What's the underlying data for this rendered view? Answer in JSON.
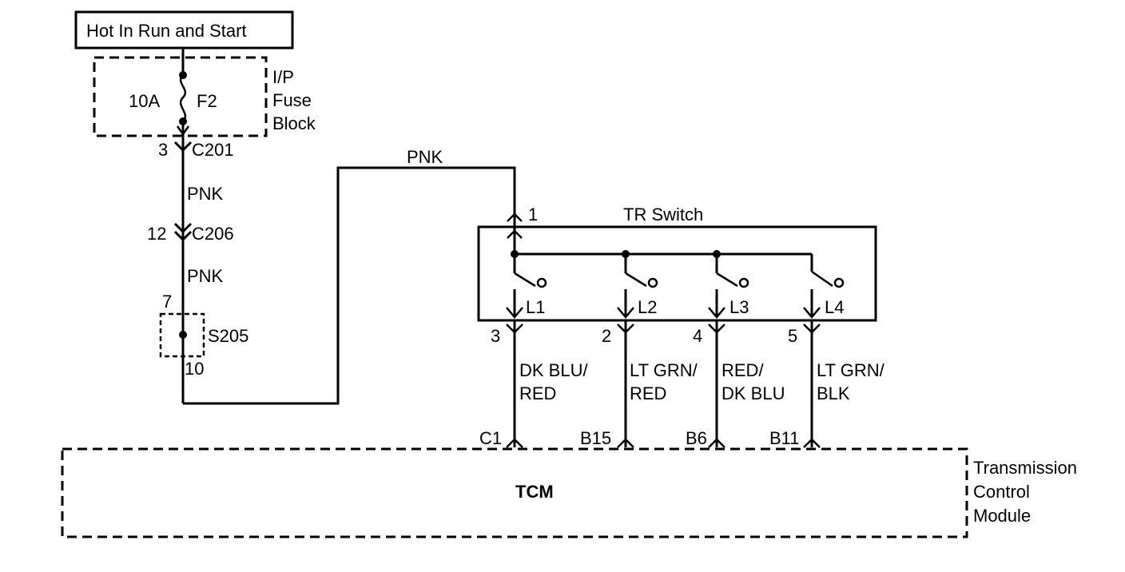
{
  "power": {
    "label": "Hot In Run and Start"
  },
  "fuse_block": {
    "amperage": "10A",
    "fuse_id": "F2",
    "name_line1": "I/P",
    "name_line2": "Fuse",
    "name_line3": "Block"
  },
  "connectors": {
    "c201": {
      "pin": "3",
      "name": "C201"
    },
    "c206": {
      "pin": "12",
      "name": "C206"
    }
  },
  "wires": {
    "pnk_1": "PNK",
    "pnk_2": "PNK",
    "pnk_top": "PNK"
  },
  "splice": {
    "pin_in": "7",
    "name": "S205",
    "pin_out": "10"
  },
  "tr_switch": {
    "title": "TR Switch",
    "input_pin": "1",
    "contacts": [
      {
        "label": "L1",
        "pin": "3",
        "wire_line1": "DK BLU/",
        "wire_line2": "RED",
        "tcm_pin": "C1"
      },
      {
        "label": "L2",
        "pin": "2",
        "wire_line1": "LT GRN/",
        "wire_line2": "RED",
        "tcm_pin": "B15"
      },
      {
        "label": "L3",
        "pin": "4",
        "wire_line1": "RED/",
        "wire_line2": "DK BLU",
        "tcm_pin": "B6"
      },
      {
        "label": "L4",
        "pin": "5",
        "wire_line1": "LT GRN/",
        "wire_line2": "BLK",
        "tcm_pin": "B11"
      }
    ]
  },
  "tcm": {
    "label": "TCM",
    "desc_line1": "Transmission",
    "desc_line2": "Control",
    "desc_line3": "Module"
  }
}
